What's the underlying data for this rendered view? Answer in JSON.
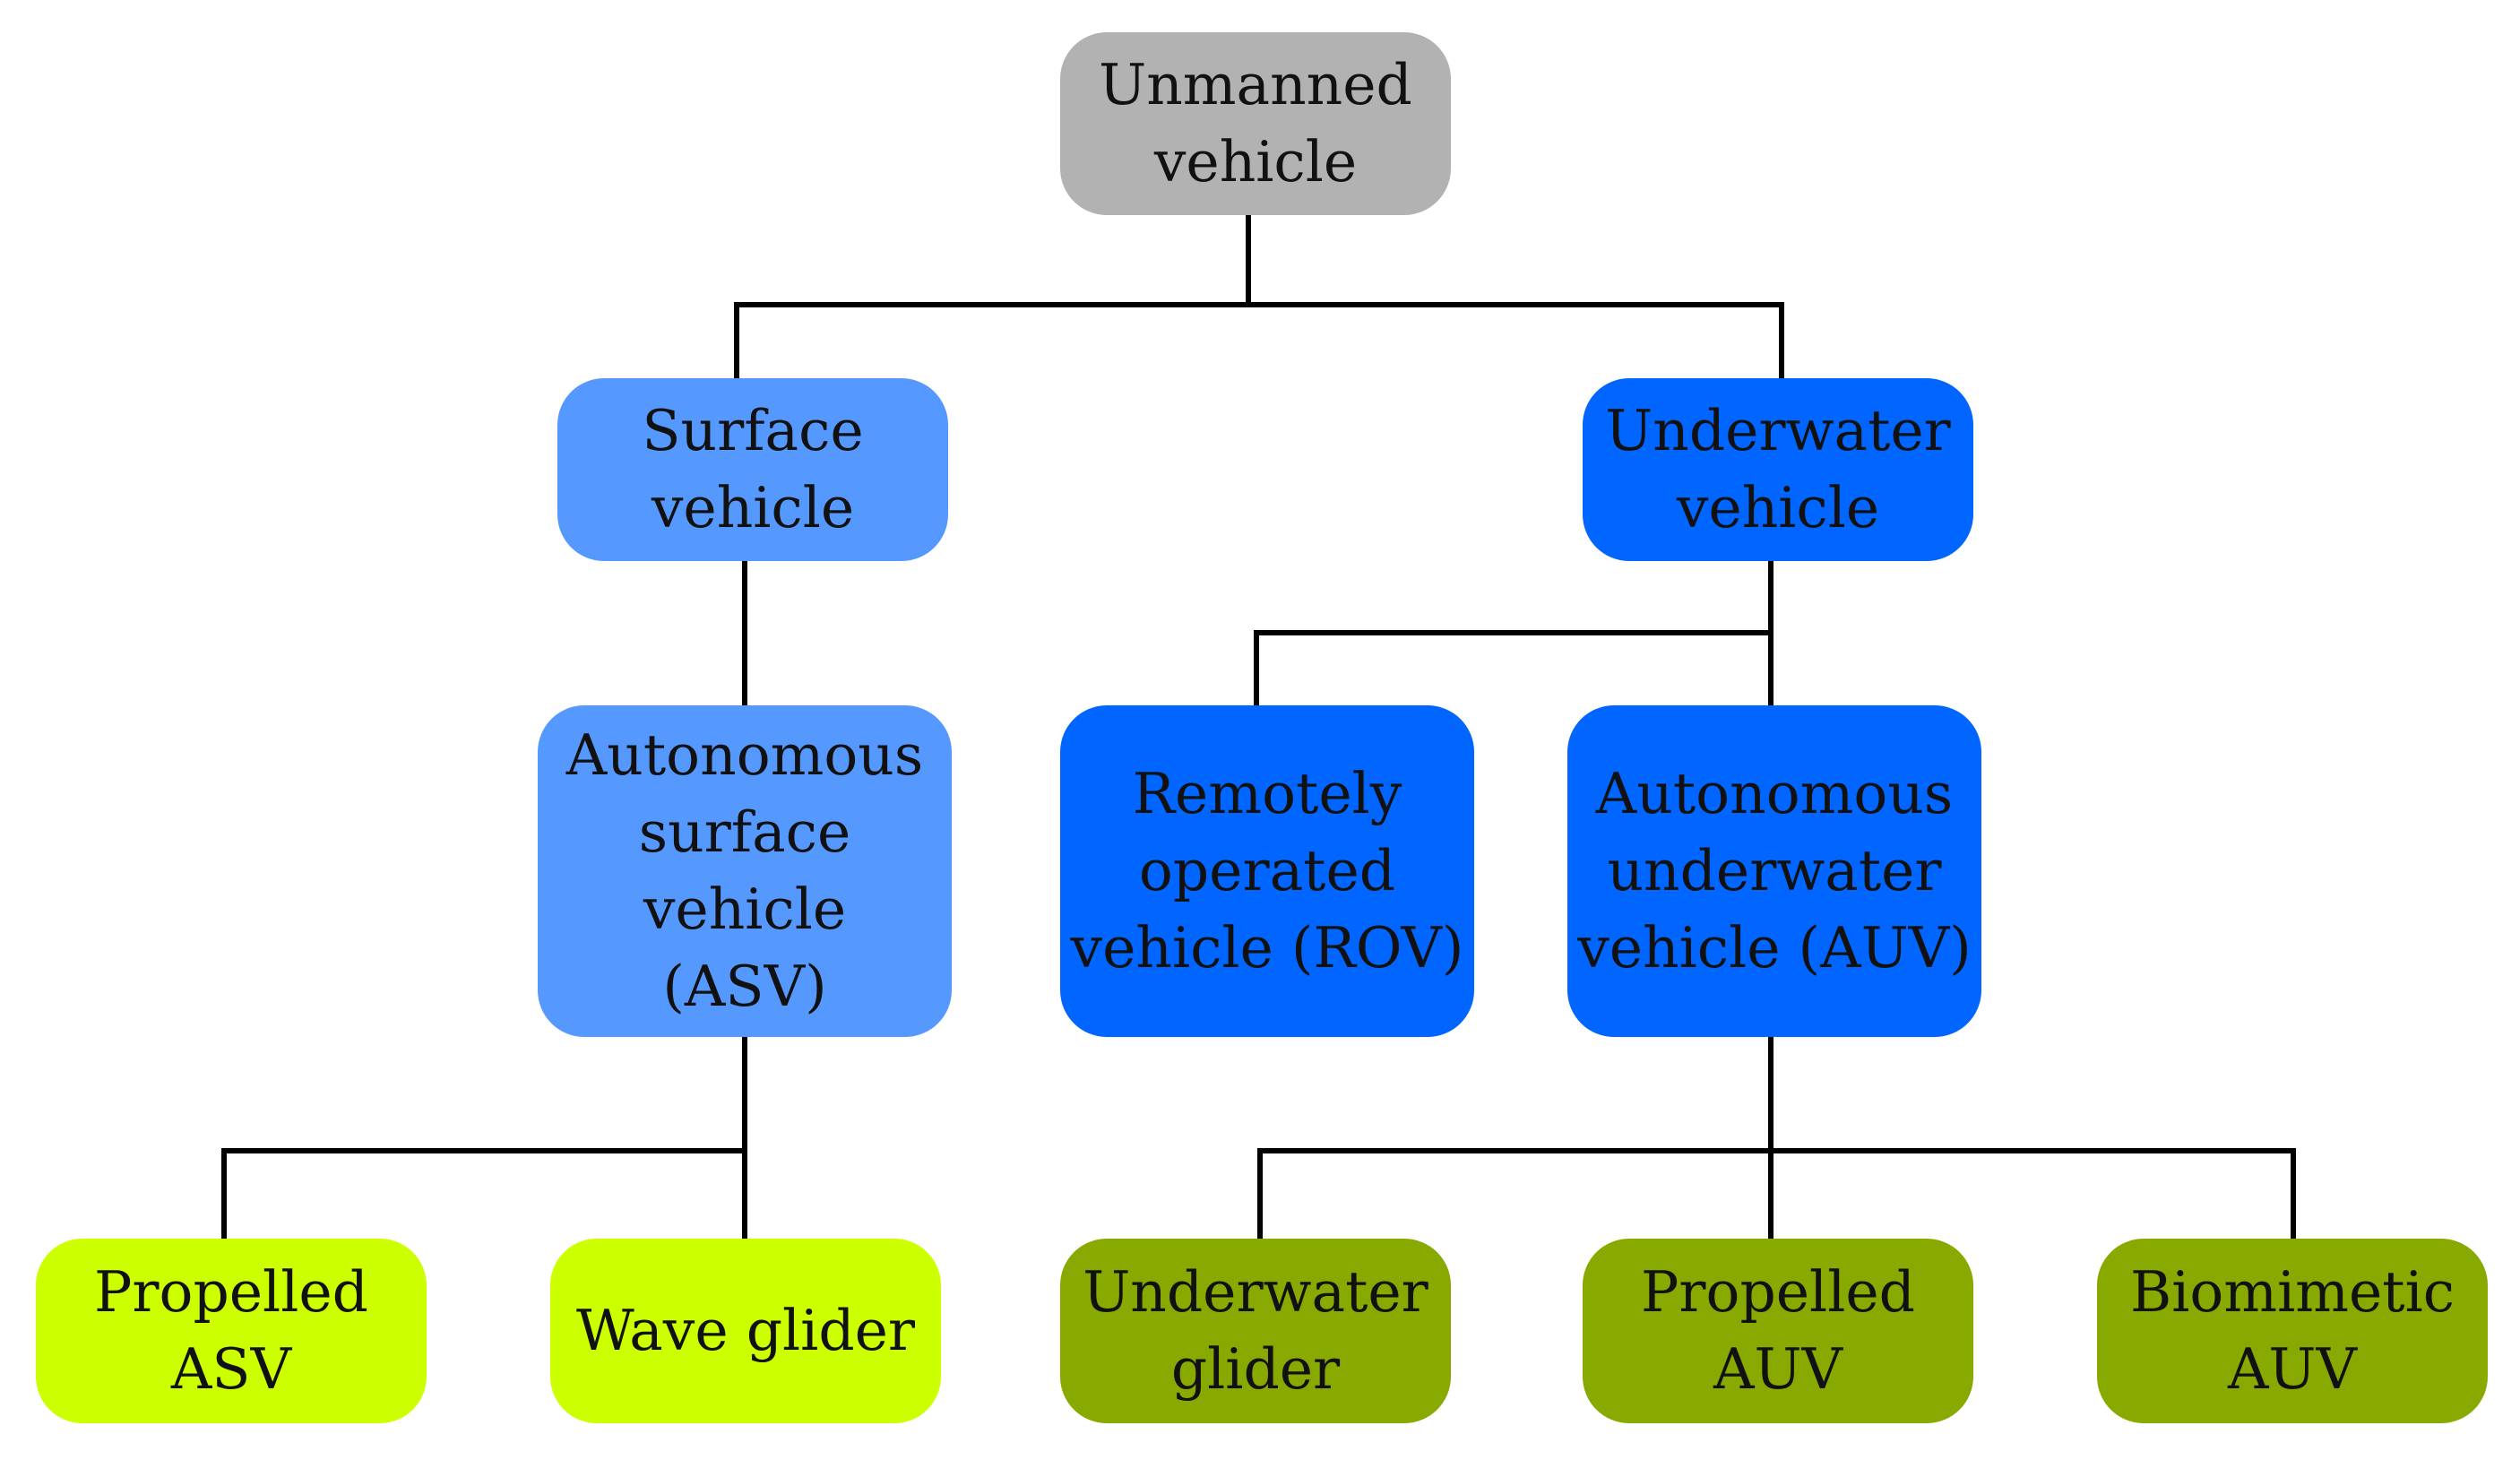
{
  "colors": {
    "root": "#b2b2b2",
    "surface": "#5599ff",
    "underwater": "#0066ff",
    "asv_leaf": "#ccff00",
    "auv_leaf": "#88aa00",
    "connector": "#000000"
  },
  "nodes": {
    "root": "Unmanned\nvehicle",
    "surface_vehicle": "Surface\nvehicle",
    "underwater_vehicle": "Underwater\nvehicle",
    "asv": "Autonomous\nsurface vehicle\n(ASV)",
    "rov": "Remotely\noperated\nvehicle (ROV)",
    "auv": "Autonomous\nunderwater\nvehicle (AUV)",
    "propelled_asv": "Propelled\nASV",
    "wave_glider": "Wave glider",
    "underwater_glider": "Underwater\nglider",
    "propelled_auv": "Propelled\nAUV",
    "biomimetic_auv": "Biomimetic\nAUV"
  }
}
